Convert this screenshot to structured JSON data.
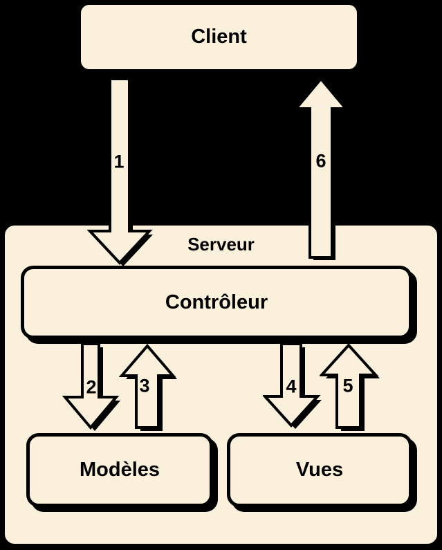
{
  "diagram": {
    "description": "MVC client-server architecture diagram (French labels)",
    "colors": {
      "background": "#000000",
      "node_fill": "#FAF0DB",
      "outline": "#000000",
      "text": "#000000"
    },
    "nodes": {
      "client": "Client",
      "server": "Serveur",
      "controller": "Contrôleur",
      "models": "Modèles",
      "views": "Vues"
    },
    "arrows": [
      {
        "label": "1",
        "from": "Client",
        "to": "Contrôleur",
        "direction": "down"
      },
      {
        "label": "2",
        "from": "Contrôleur",
        "to": "Modèles",
        "direction": "down"
      },
      {
        "label": "3",
        "from": "Modèles",
        "to": "Contrôleur",
        "direction": "up"
      },
      {
        "label": "4",
        "from": "Contrôleur",
        "to": "Vues",
        "direction": "down"
      },
      {
        "label": "5",
        "from": "Vues",
        "to": "Contrôleur",
        "direction": "up"
      },
      {
        "label": "6",
        "from": "Contrôleur",
        "to": "Client",
        "direction": "up"
      }
    ]
  }
}
